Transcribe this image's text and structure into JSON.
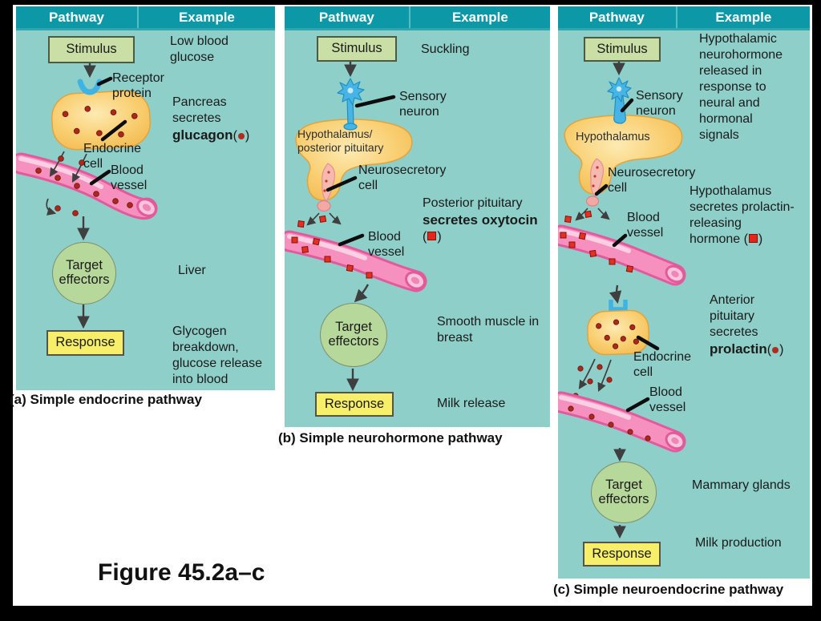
{
  "figure_label": "Figure 45.2a–c",
  "symbols": {
    "paren_open": "(",
    "paren_close": ")"
  },
  "header": {
    "pathway": "Pathway",
    "example": "Example"
  },
  "nodes": {
    "stimulus": "Stimulus",
    "target_effectors": "Target effectors",
    "response": "Response"
  },
  "panels": [
    {
      "caption": "(a) Simple endocrine pathway",
      "labels": {
        "receptor": "Receptor protein",
        "endocrine_cell": "Endocrine cell",
        "blood_vessel": "Blood vessel"
      },
      "examples": {
        "stimulus": "Low blood glucose",
        "secretion_pre": "Pancreas secretes ",
        "secretion_bold": "glucagon",
        "target": "Liver",
        "response": "Glycogen breakdown, glucose release into blood"
      }
    },
    {
      "caption": "(b) Simple neurohormone pathway",
      "labels": {
        "sensory_neuron": "Sensory neuron",
        "organ": "Hypothalamus/ posterior pituitary",
        "neurosecretory_cell": "Neurosecretory cell",
        "blood_vessel": "Blood vessel"
      },
      "examples": {
        "stimulus": "Suckling",
        "secretion_pre": "Posterior pituitary ",
        "secretion_bold": "secretes oxytocin",
        "target": "Smooth muscle in breast",
        "response": "Milk release"
      }
    },
    {
      "caption": "(c) Simple neuroendocrine pathway",
      "labels": {
        "sensory_neuron": "Sensory neuron",
        "organ": "Hypothalamus",
        "neurosecretory_cell": "Neurosecretory cell",
        "blood_vessel_1": "Blood vessel",
        "endocrine_cell": "Endocrine cell",
        "blood_vessel_2": "Blood vessel"
      },
      "examples": {
        "stimulus": "Hypothalamic neurohormone released in response to neural and hormonal signals",
        "secretion1_pre": "Hypothalamus secretes prolactin-releasing hormone ",
        "secretion2_pre": "Anterior pituitary secretes ",
        "secretion2_bold": "prolactin",
        "target": "Mammary glands",
        "response": "Milk production"
      }
    }
  ],
  "colors": {
    "panel_bg": "#8fcfc9",
    "header_bg": "#0d98a8",
    "stimulus_fill": "#cadfa5",
    "response_fill": "#f7ef6a",
    "target_fill": "#b7d89b",
    "vessel_pink": "#f690bf",
    "hormone_red": "#b22c1e",
    "square_red": "#e42518",
    "neuron_blue": "#44b5e6",
    "cell_orange": "#f6c35f"
  }
}
